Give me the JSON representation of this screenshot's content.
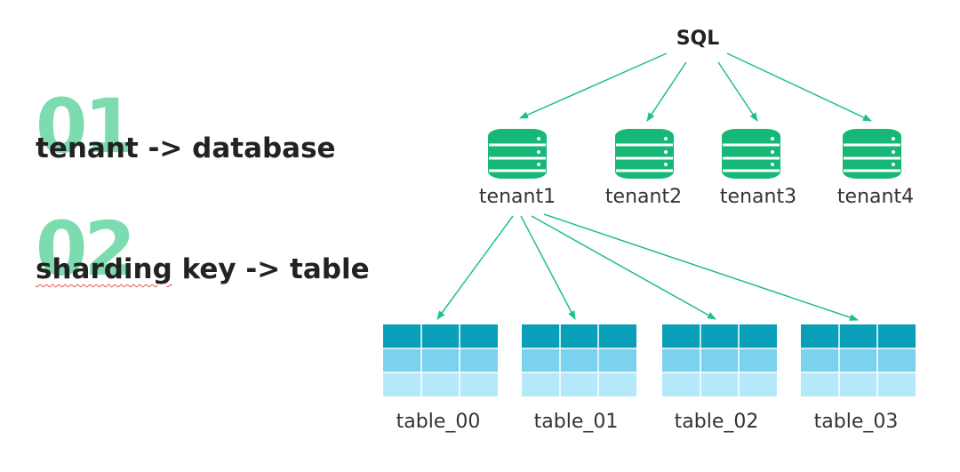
{
  "colors": {
    "number": "#7ddbb0",
    "arrow": "#1ec08a",
    "database": "#17b877",
    "table_row1": "#0a9fb8",
    "table_row2": "#7ad2ef",
    "table_row3": "#b5e8f9"
  },
  "left": {
    "item1": {
      "number": "01",
      "label": "tenant -> database"
    },
    "item2": {
      "number": "02",
      "label_underlined": "sharding",
      "label_rest": " key -> table"
    }
  },
  "diagram": {
    "root": "SQL",
    "tenants": [
      "tenant1",
      "tenant2",
      "tenant3",
      "tenant4"
    ],
    "tables": [
      "table_00",
      "table_01",
      "table_02",
      "table_03"
    ]
  }
}
